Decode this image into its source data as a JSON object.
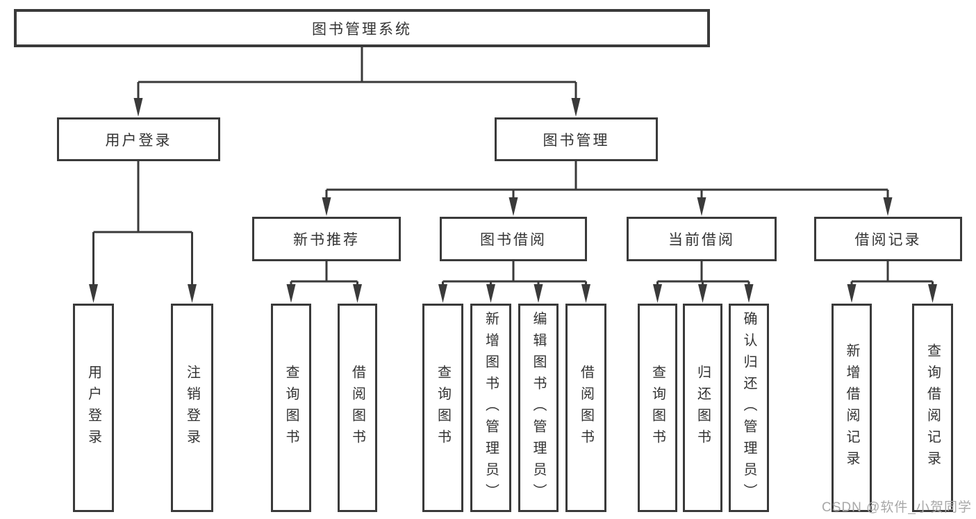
{
  "colors": {
    "line": "#3a3a3a",
    "text": "#333333",
    "background": "#ffffff",
    "watermark": "#a8a8a8"
  },
  "watermark": "CSDN @软件_小贺同学",
  "nodes": {
    "root": "图书管理系统",
    "user_login": "用户登录",
    "book_management": "图书管理",
    "new_book_recommend": "新书推荐",
    "book_borrow": "图书借阅",
    "current_borrow": "当前借阅",
    "borrow_records": "借阅记录",
    "leaf_user_login": "用户登录",
    "leaf_logout": "注销登录",
    "leaf_newbook_query": "查询图书",
    "leaf_newbook_borrow": "借阅图书",
    "leaf_borrow_query": "查询图书",
    "leaf_borrow_add": "新增图书（管理员）",
    "leaf_borrow_edit": "编辑图书（管理员）",
    "leaf_borrow_borrow": "借阅图书",
    "leaf_current_query": "查询图书",
    "leaf_current_return": "归还图书",
    "leaf_current_confirm": "确认归还（管理员）",
    "leaf_records_add": "新增借阅记录",
    "leaf_records_query": "查询借阅记录"
  }
}
